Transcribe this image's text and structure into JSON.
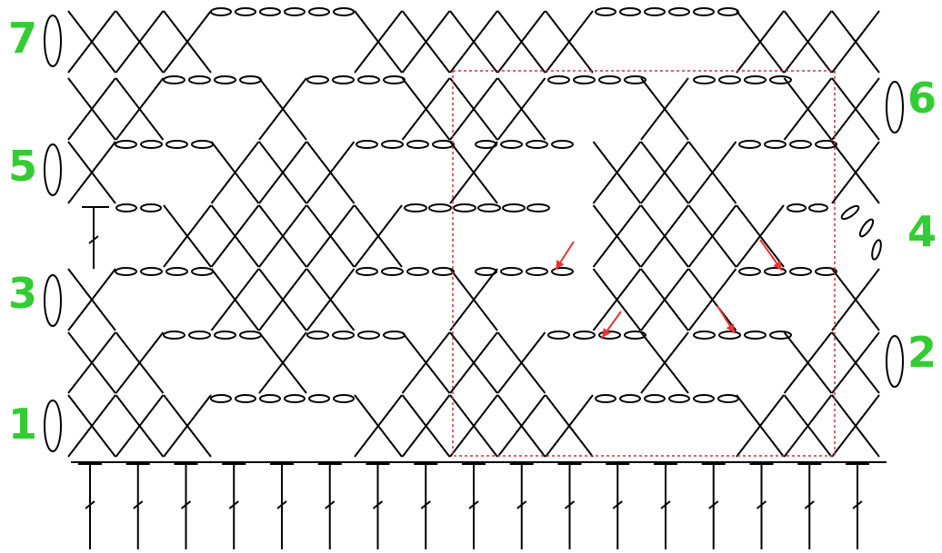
{
  "colors": {
    "symbol": "#000000",
    "row_number": "#33cc33",
    "repeat_box": "#cc3333",
    "arrow": "#ee3333",
    "background": "#ffffff"
  },
  "row_numbers": [
    "1",
    "2",
    "3",
    "4",
    "5",
    "6",
    "7"
  ],
  "legend_icons": [
    "single-crochet-x-icon",
    "chain-oval-icon",
    "double-crochet-icon",
    "half-double-crochet-icon",
    "turning-chain-icon",
    "arrow-icon"
  ]
}
